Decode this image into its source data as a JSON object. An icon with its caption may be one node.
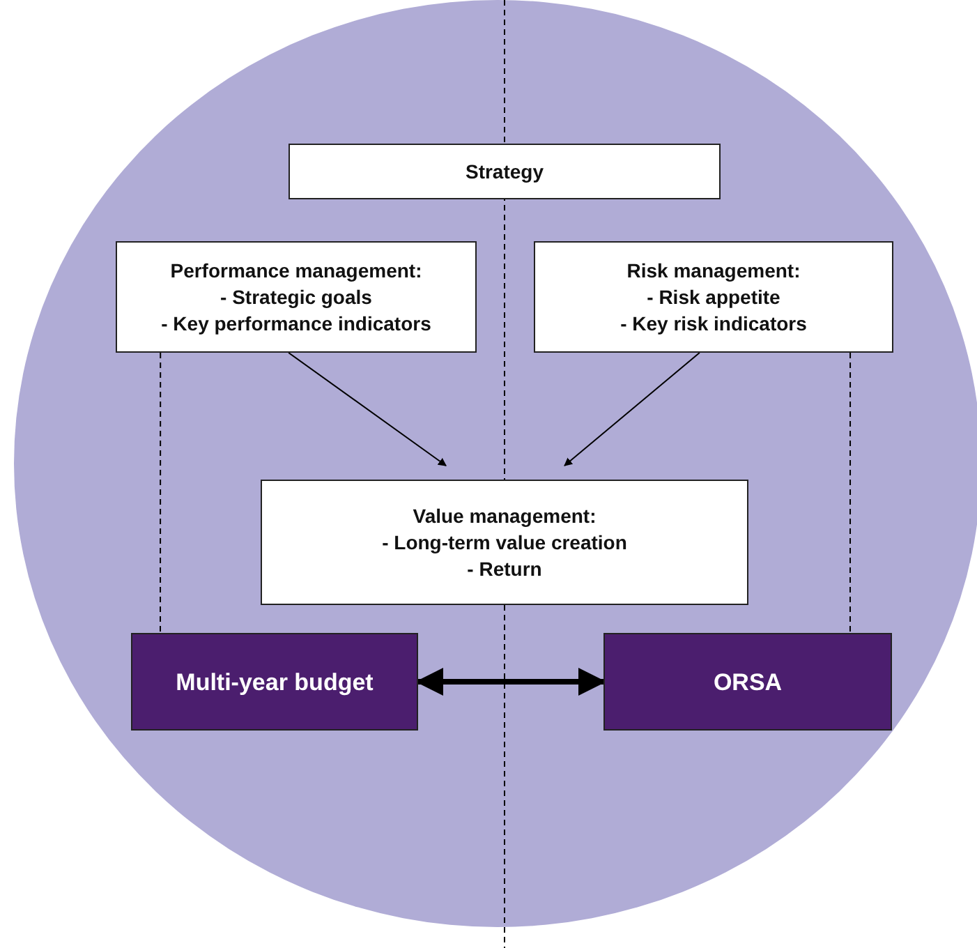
{
  "diagram": {
    "nodes": [
      {
        "text": [],
        "shape": "circle"
      },
      {
        "text": [
          "Strategy"
        ],
        "in": 0
      },
      {
        "text": [
          "Performance management:",
          "- Strategic goals",
          "- Key performance indicators"
        ],
        "in": 0
      },
      {
        "text": [
          "Risk management:",
          "- Risk appetite",
          "- Key risk indicators"
        ],
        "in": 0
      },
      {
        "text": [
          "Value management:",
          "- Long-term value creation",
          "- Return"
        ],
        "in": 0
      },
      {
        "text": [
          "Multi-year budget"
        ],
        "in": 0
      },
      {
        "text": [
          "ORSA"
        ],
        "in": 0
      }
    ],
    "edges": [
      {
        "from": 2,
        "to": 4,
        "arrow": "to"
      },
      {
        "from": 3,
        "to": 4,
        "arrow": "to"
      },
      {
        "from": 2,
        "to": 5,
        "arrow": "none",
        "style": "dashed"
      },
      {
        "from": 3,
        "to": 6,
        "arrow": "none",
        "style": "dashed"
      },
      {
        "from": 5,
        "to": 6,
        "arrow": "both",
        "style": "thick"
      }
    ]
  }
}
